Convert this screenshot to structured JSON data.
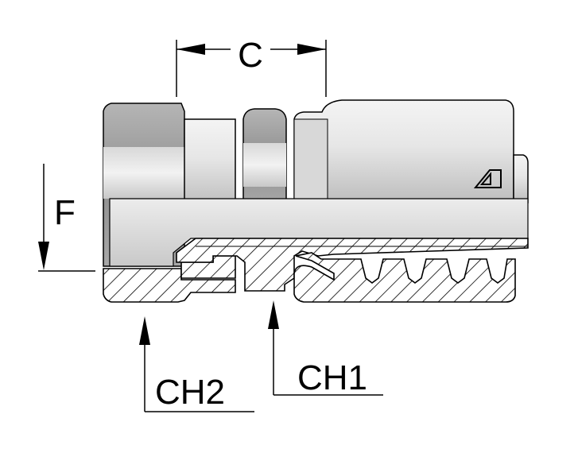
{
  "labels": {
    "c": "C",
    "f": "F",
    "ch1": "CH1",
    "ch2": "CH2"
  },
  "colors": {
    "line": "#000000",
    "background": "#ffffff",
    "metal_light": "#e9e9e9",
    "metal_mid": "#cfcfcf",
    "metal_dark": "#9a9a9a"
  }
}
